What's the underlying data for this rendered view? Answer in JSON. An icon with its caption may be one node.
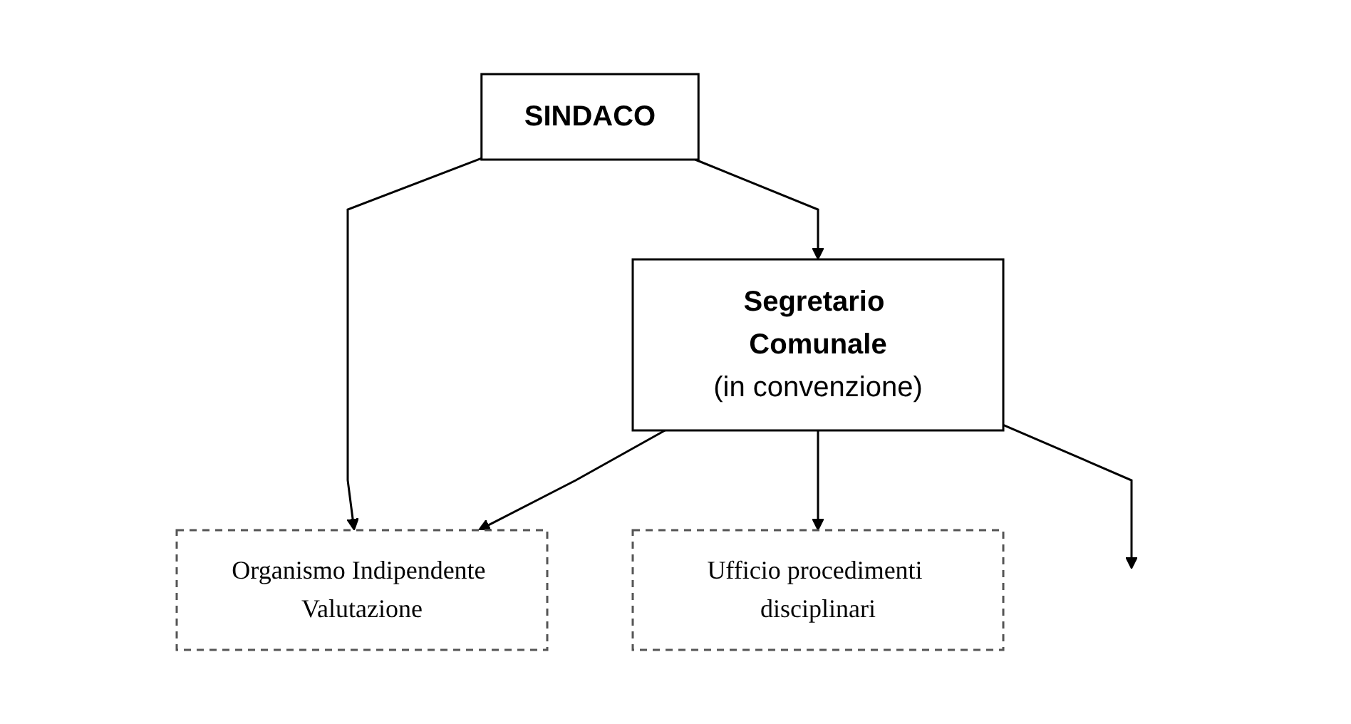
{
  "diagram": {
    "nodes": [
      {
        "text": [
          "SINDACO"
        ]
      },
      {
        "text": [
          "Segretario Comunale",
          "(in convenzione)"
        ]
      },
      {
        "text": [
          "Organismo Indipendente Valutazione"
        ]
      },
      {
        "text": [
          "Ufficio procedimenti disciplinari"
        ]
      }
    ],
    "edges": [
      {
        "from": 0,
        "to": 1,
        "arrow": "to"
      },
      {
        "from": 0,
        "to": 2,
        "arrow": "to"
      },
      {
        "from": 1,
        "to": 2,
        "arrow": "to"
      },
      {
        "from": 1,
        "to": 3,
        "arrow": "to"
      },
      {
        "from": 1,
        "to": null,
        "arrow": "to"
      }
    ]
  }
}
